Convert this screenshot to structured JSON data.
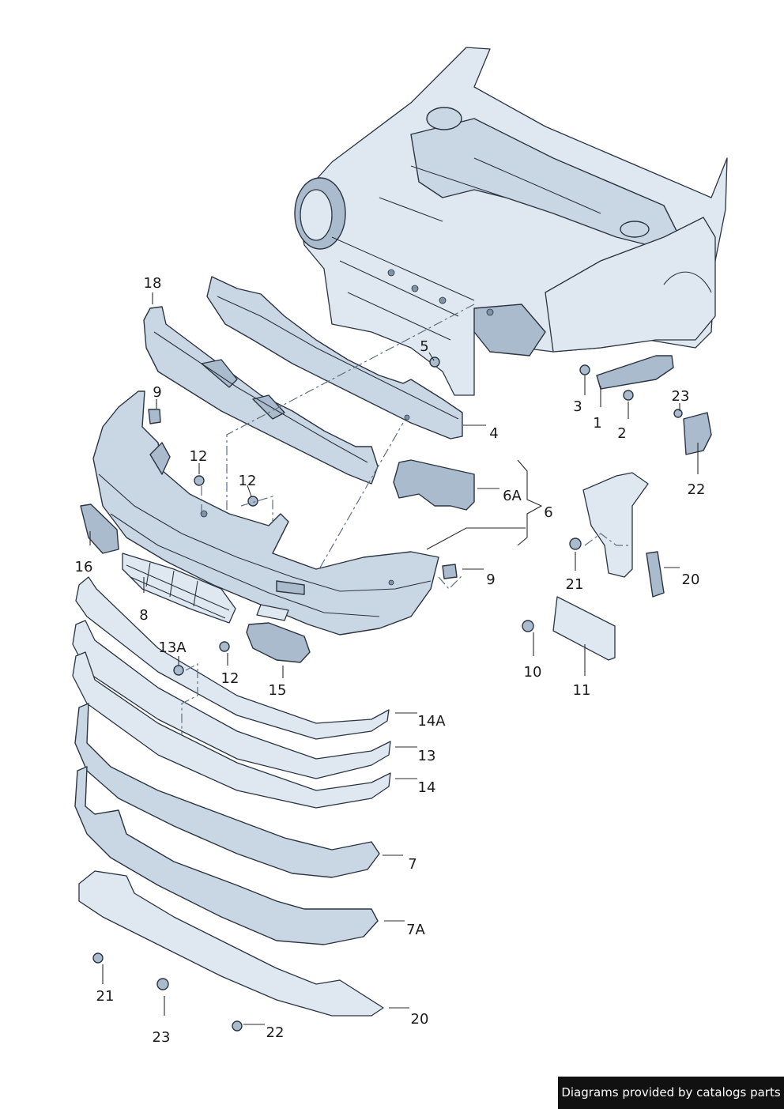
{
  "labels": {
    "p1": "1",
    "p2": "2",
    "p3": "3",
    "p4": "4",
    "p5": "5",
    "p6": "6",
    "p6A": "6A",
    "p7": "7",
    "p7A": "7A",
    "p8": "8",
    "p9a": "9",
    "p9b": "9",
    "p10": "10",
    "p11": "11",
    "p12a": "12",
    "p12b": "12",
    "p12c": "12",
    "p13": "13",
    "p13A": "13A",
    "p14": "14",
    "p14A": "14A",
    "p15": "15",
    "p16": "16",
    "p18": "18",
    "p20a": "20",
    "p20b": "20",
    "p21a": "21",
    "p21b": "21",
    "p22a": "22",
    "p22b": "22",
    "p23a": "23",
    "p23b": "23"
  },
  "footer": {
    "text": "Diagrams provided by catalogs parts"
  }
}
